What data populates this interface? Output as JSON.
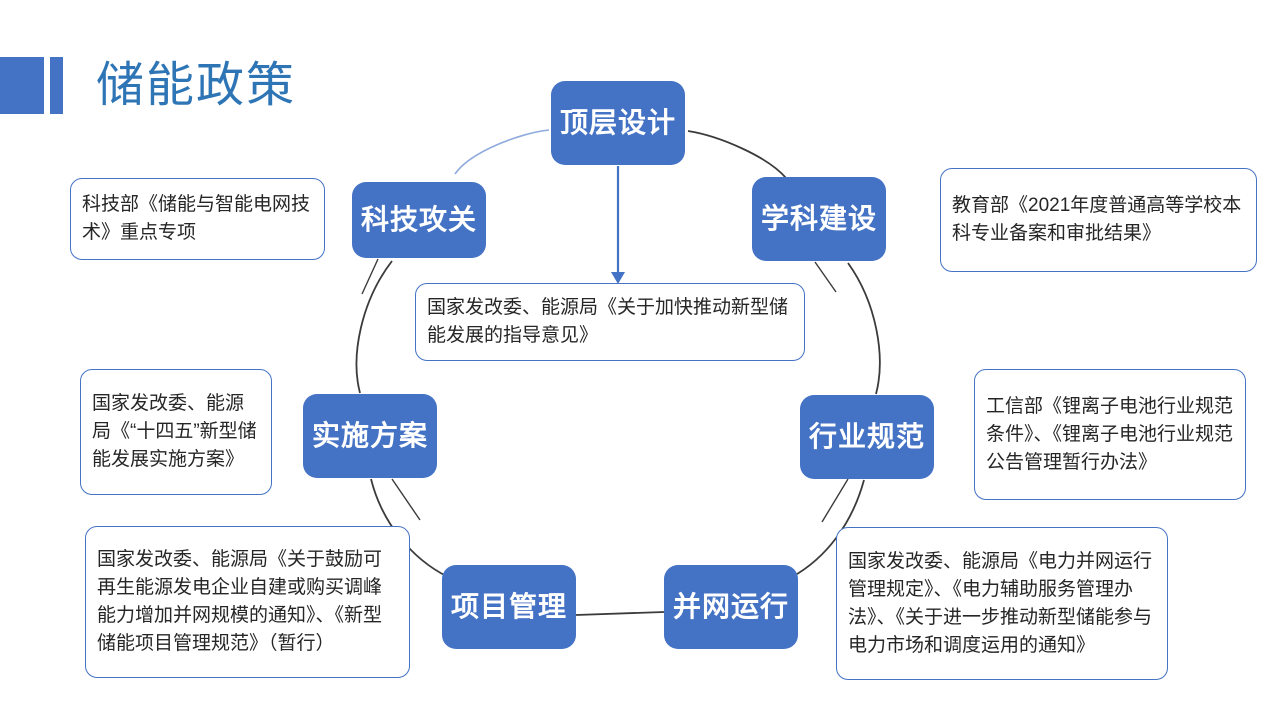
{
  "slide": {
    "title": "储能政策",
    "accent_color": "#4472C4",
    "title_color": "#2E75B6"
  },
  "cycle": {
    "nodes": [
      {
        "id": "top",
        "label": "顶层设计"
      },
      {
        "id": "academic",
        "label": "学科建设"
      },
      {
        "id": "industry",
        "label": "行业规范"
      },
      {
        "id": "grid",
        "label": "并网运行"
      },
      {
        "id": "project",
        "label": "项目管理"
      },
      {
        "id": "plan",
        "label": "实施方案"
      },
      {
        "id": "tech",
        "label": "科技攻关"
      }
    ]
  },
  "callouts": [
    {
      "id": "tech",
      "for_node": "科技攻关",
      "text": "科技部《储能与智能电网技术》重点专项"
    },
    {
      "id": "academic",
      "for_node": "学科建设",
      "text": "教育部《2021年度普通高等学校本科专业备案和审批结果》"
    },
    {
      "id": "center",
      "for_node": "顶层设计",
      "text": "国家发改委、能源局《关于加快推动新型储能发展的指导意见》"
    },
    {
      "id": "plan",
      "for_node": "实施方案",
      "text": "国家发改委、能源局《“十四五”新型储能发展实施方案》"
    },
    {
      "id": "industry",
      "for_node": "行业规范",
      "text": "工信部《锂离子电池行业规范条件》、《锂离子电池行业规范公告管理暂行办法》"
    },
    {
      "id": "project",
      "for_node": "项目管理",
      "text": "国家发改委、能源局《关于鼓励可再生能源发电企业自建或购买调峰能力增加并网规模的通知》、《新型储能项目管理规范》（暂行）"
    },
    {
      "id": "grid",
      "for_node": "并网运行",
      "text": "国家发改委、能源局《电力并网运行管理规定》、《电力辅助服务管理办法》、《关于进一步推动新型储能参与电力市场和调度运用的通知》"
    }
  ],
  "connectors": {
    "arc_light_color": "#8FAADC",
    "arc_dark_color": "#262626",
    "arrow_color": "#4472C4"
  }
}
